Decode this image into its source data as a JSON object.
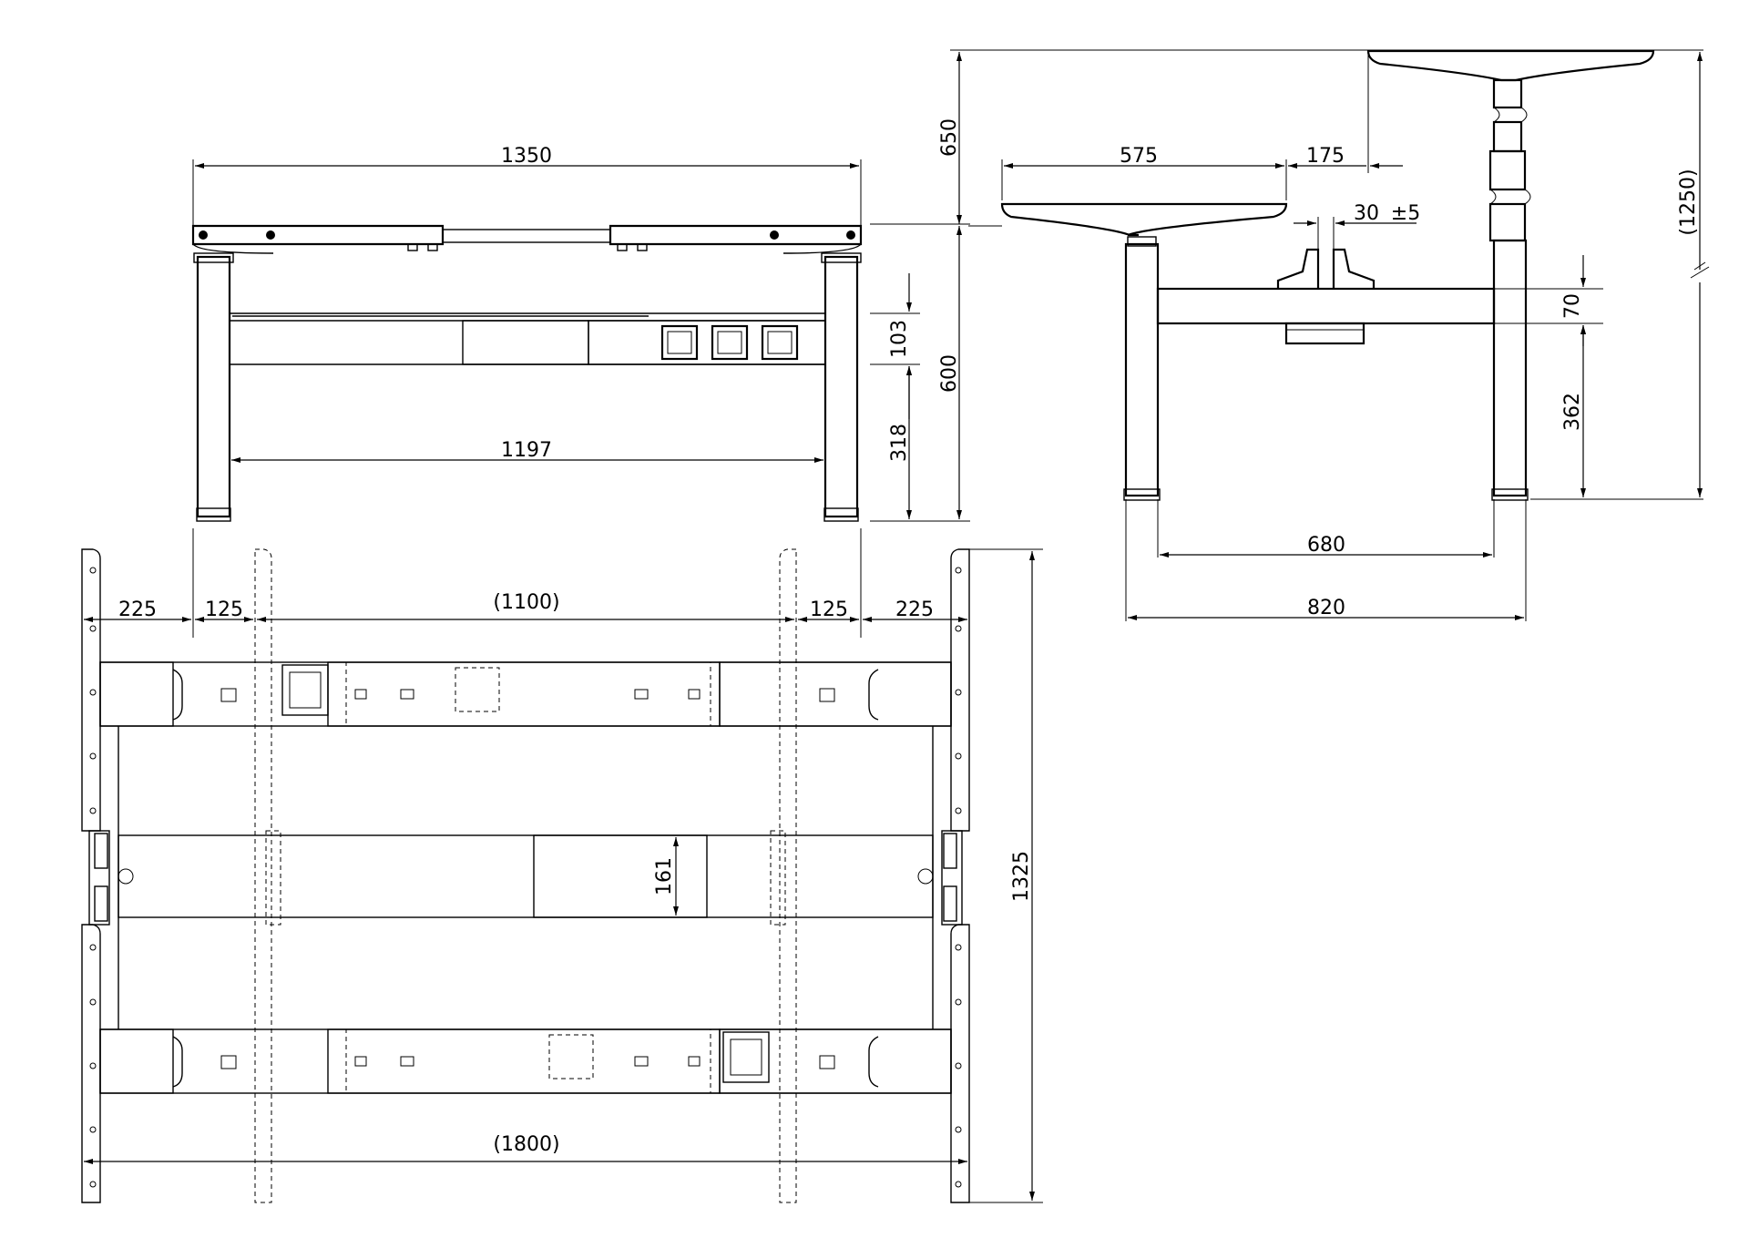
{
  "front_view": {
    "width": "1350",
    "inner_width": "1197",
    "height": "600",
    "upper_gap": "103",
    "lower_gap": "318"
  },
  "side_view": {
    "top_offset": "650",
    "depth_top": "575",
    "overhang": "175",
    "clamp": "30",
    "tolerance": "±5",
    "max_height": "(1250)",
    "beam_height": "70",
    "beam_clearance": "362",
    "inner_depth": "680",
    "outer_depth": "820"
  },
  "plan_view": {
    "left_outer": "225",
    "left_inner": "125",
    "center": "(1100)",
    "right_inner": "125",
    "right_outer": "225",
    "depth": "1325",
    "beam_depth": "161",
    "total_width": "(1800)"
  }
}
